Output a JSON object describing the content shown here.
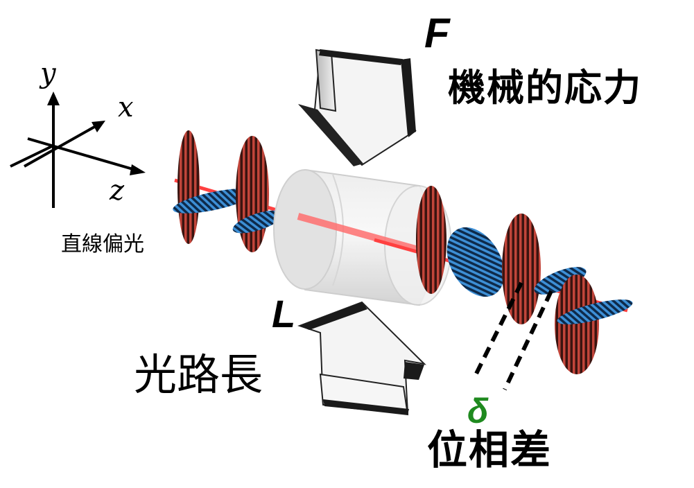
{
  "axes": {
    "y": "y",
    "x": "x",
    "z": "z"
  },
  "labels": {
    "force_symbol": "F",
    "force_label": "機械的応力",
    "linear_polarization": "直線偏光",
    "length_symbol": "L",
    "length_label": "光路長",
    "phase_symbol": "δ",
    "phase_label": "位相差"
  },
  "colors": {
    "vertical_wave": "#8b1e1e",
    "horizontal_wave": "#1f6fb8",
    "beam": "#ff3b3b",
    "phase_symbol": "#1f8a1f"
  },
  "icons": [
    "coordinate-axes-icon",
    "down-arrow-icon",
    "up-arrow-icon",
    "sample-cylinder-icon"
  ]
}
